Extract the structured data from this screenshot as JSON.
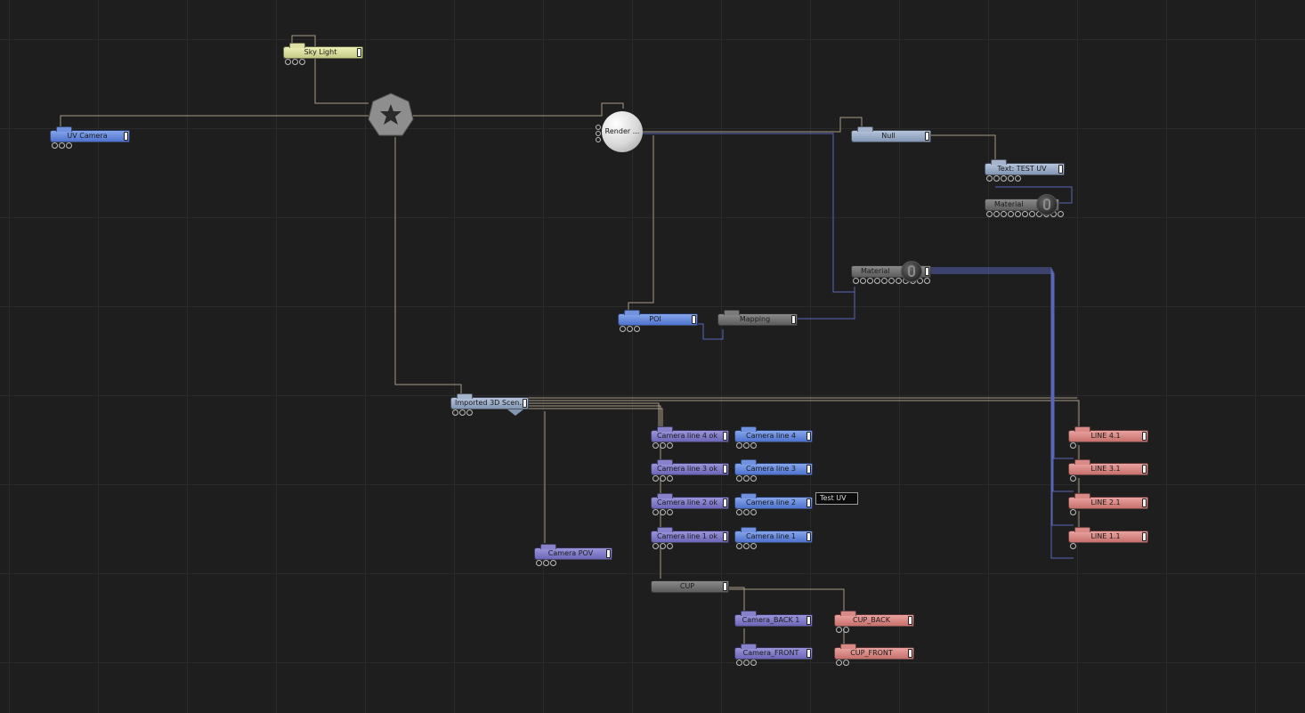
{
  "canvas": {
    "background": "#1e1e1e",
    "grid_color": "#2a2a2a"
  },
  "colors": {
    "camera_blue": "#5f82da",
    "camera_purple": "#7b76c6",
    "line_red": "#d98480",
    "group_gray": "#6b6b6b",
    "scene_slate": "#94a7c4",
    "light_yellow": "#d4d89a",
    "wire_tan": "#a89a82",
    "wire_blue": "#5866b8"
  },
  "nodes": {
    "sky_light": {
      "label": "Sky Light"
    },
    "uv_camera": {
      "label": "UV Camera"
    },
    "root": {
      "icon": "gear-icon"
    },
    "render": {
      "label": "Render ..."
    },
    "null": {
      "label": "Null"
    },
    "text_test_uv": {
      "label": "Text: TEST UV"
    },
    "material_top": {
      "label": "Material"
    },
    "material_mid": {
      "label": "Material"
    },
    "poi": {
      "label": "POI"
    },
    "mapping": {
      "label": "Mapping"
    },
    "imported_scene": {
      "label": "Imported 3D Scen.."
    },
    "cam_line4_ok": {
      "label": "Camera line 4 ok"
    },
    "cam_line3_ok": {
      "label": "Camera line 3 ok"
    },
    "cam_line2_ok": {
      "label": "Camera line 2 ok"
    },
    "cam_line1_ok": {
      "label": "Camera line 1 ok"
    },
    "cam_line4": {
      "label": "Camera line 4"
    },
    "cam_line3": {
      "label": "Camera line 3"
    },
    "cam_line2": {
      "label": "Camera line 2"
    },
    "cam_line1": {
      "label": "Camera line 1"
    },
    "camera_pov": {
      "label": "Camera POV"
    },
    "cup": {
      "label": "CUP"
    },
    "camera_back1": {
      "label": "Camera_BACK 1"
    },
    "camera_front": {
      "label": "Camera_FRONT"
    },
    "cup_back": {
      "label": "CUP_BACK"
    },
    "cup_front": {
      "label": "CUP_FRONT"
    },
    "line41": {
      "label": "LINE 4.1"
    },
    "line31": {
      "label": "LINE 3.1"
    },
    "line21": {
      "label": "LINE 2.1"
    },
    "line11": {
      "label": "LINE 1.1"
    }
  },
  "tooltip": {
    "label": "Test UV"
  }
}
